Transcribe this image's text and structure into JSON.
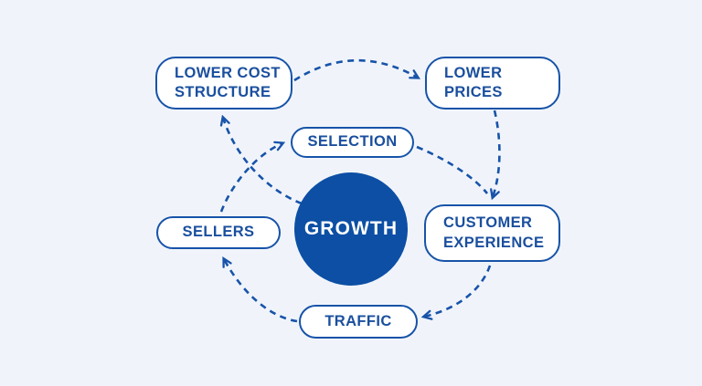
{
  "diagram": {
    "title": "growth-flywheel",
    "center": {
      "label": "GROWTH"
    },
    "nodes": [
      {
        "id": "lower-cost-structure",
        "label": "LOWER COST STRUCTURE"
      },
      {
        "id": "lower-prices",
        "label": "LOWER PRICES"
      },
      {
        "id": "selection",
        "label": "SELECTION"
      },
      {
        "id": "sellers",
        "label": "SELLERS"
      },
      {
        "id": "customer-experience",
        "label": "CUSTOMER EXPERIENCE"
      },
      {
        "id": "traffic",
        "label": "TRAFFIC"
      }
    ],
    "connections": [
      {
        "from": "GROWTH",
        "to": "LOWER COST STRUCTURE",
        "style": "dashed-arrow"
      },
      {
        "from": "LOWER COST STRUCTURE",
        "to": "LOWER PRICES",
        "style": "dashed-arrow"
      },
      {
        "from": "LOWER PRICES",
        "to": "CUSTOMER EXPERIENCE",
        "style": "dashed-arrow"
      },
      {
        "from": "SELECTION",
        "to": "CUSTOMER EXPERIENCE",
        "style": "dashed-arrow"
      },
      {
        "from": "CUSTOMER EXPERIENCE",
        "to": "TRAFFIC",
        "style": "dashed-arrow"
      },
      {
        "from": "TRAFFIC",
        "to": "SELLERS",
        "style": "dashed-arrow"
      },
      {
        "from": "SELLERS",
        "to": "SELECTION",
        "style": "dashed-arrow"
      }
    ],
    "colors": {
      "background": "#f0f4fa",
      "line": "#1753a9",
      "node_text": "#1a4f9e",
      "node_fill": "#ffffff",
      "center_fill": "#0c4fa5",
      "center_text": "#ffffff"
    }
  }
}
